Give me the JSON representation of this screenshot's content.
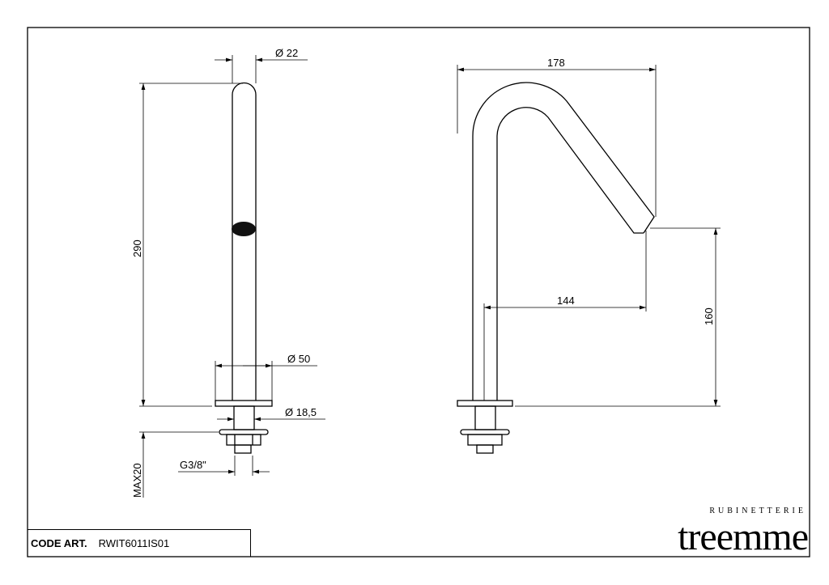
{
  "dimensions": {
    "left_view": {
      "diam_tube": "Ø 22",
      "height": "290",
      "diam_base": "Ø 50",
      "diam_shank": "Ø 18,5",
      "max_thickness": "MAX20",
      "thread": "G3/8\""
    },
    "right_view": {
      "width": "178",
      "reach": "144",
      "spout_height": "160"
    }
  },
  "title_block": {
    "code_label": "CODE ART.",
    "code_value": "RWIT6011IS01"
  },
  "brand": {
    "subtitle": "RUBINETTERIE",
    "name": "treemme"
  }
}
